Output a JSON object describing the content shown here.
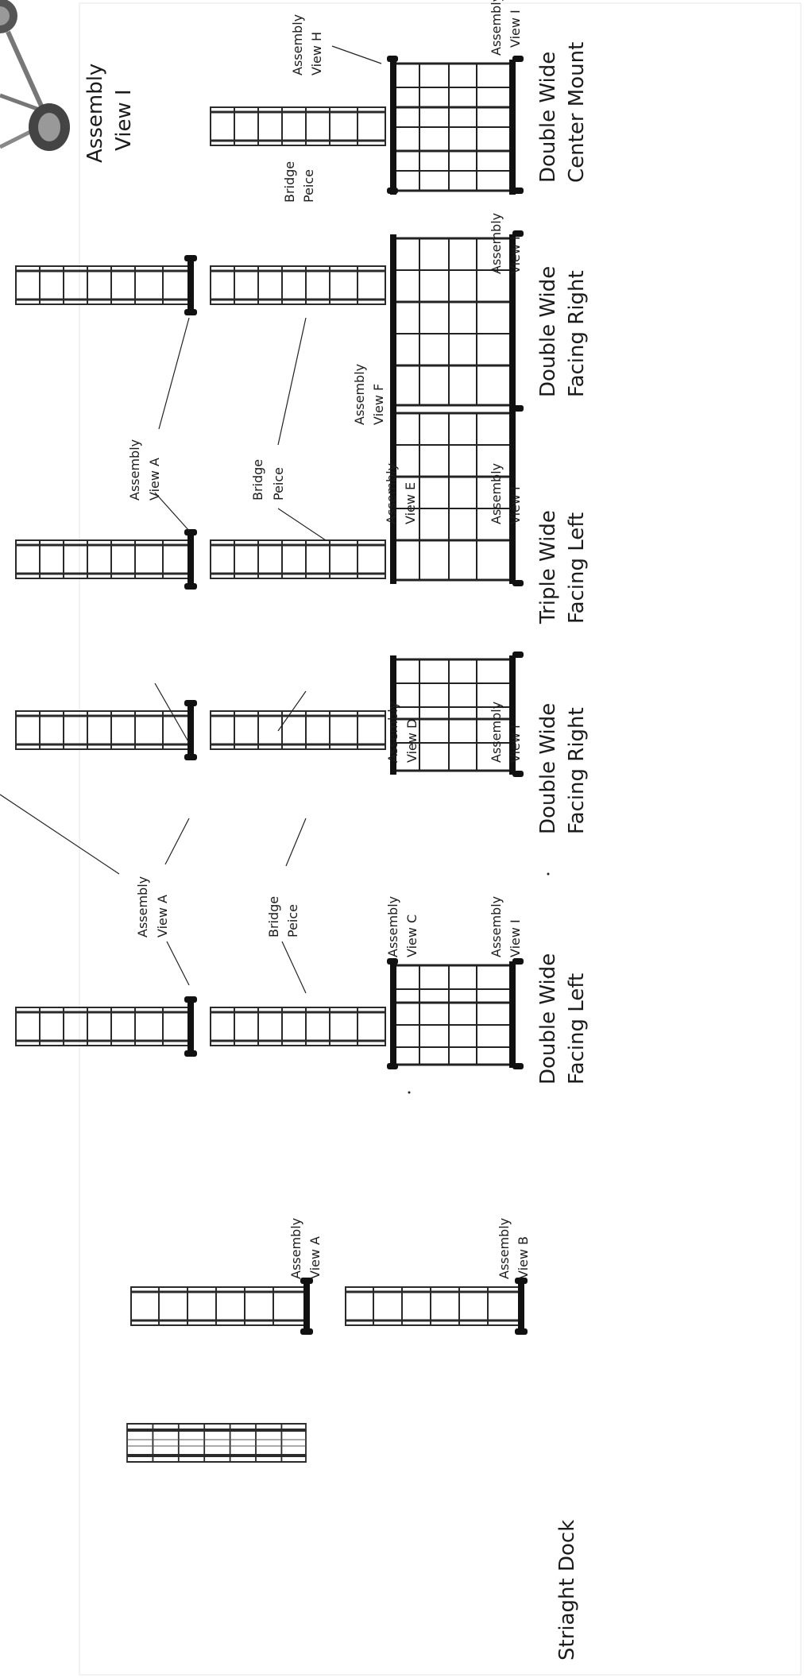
{
  "labels": {
    "straight_dock": "Striaght Dock",
    "dw_left": [
      "Double Wide",
      "Facing Left"
    ],
    "dw_right_1": [
      "Double Wide",
      "Facing Right"
    ],
    "triple_left": [
      "Triple Wide",
      "Facing Left"
    ],
    "dw_right_2": [
      "Double Wide",
      "Facing Right"
    ],
    "dw_center": [
      "Double Wide",
      "Center Mount"
    ],
    "assembly": "Assembly",
    "view_a": "View A",
    "view_b": "View B",
    "view_c": "View C",
    "view_d": "View D",
    "view_e": "View E",
    "view_f": "View F",
    "view_h": "View H",
    "view_i": "View I",
    "bridge": "Bridge",
    "peice": "Peice"
  }
}
